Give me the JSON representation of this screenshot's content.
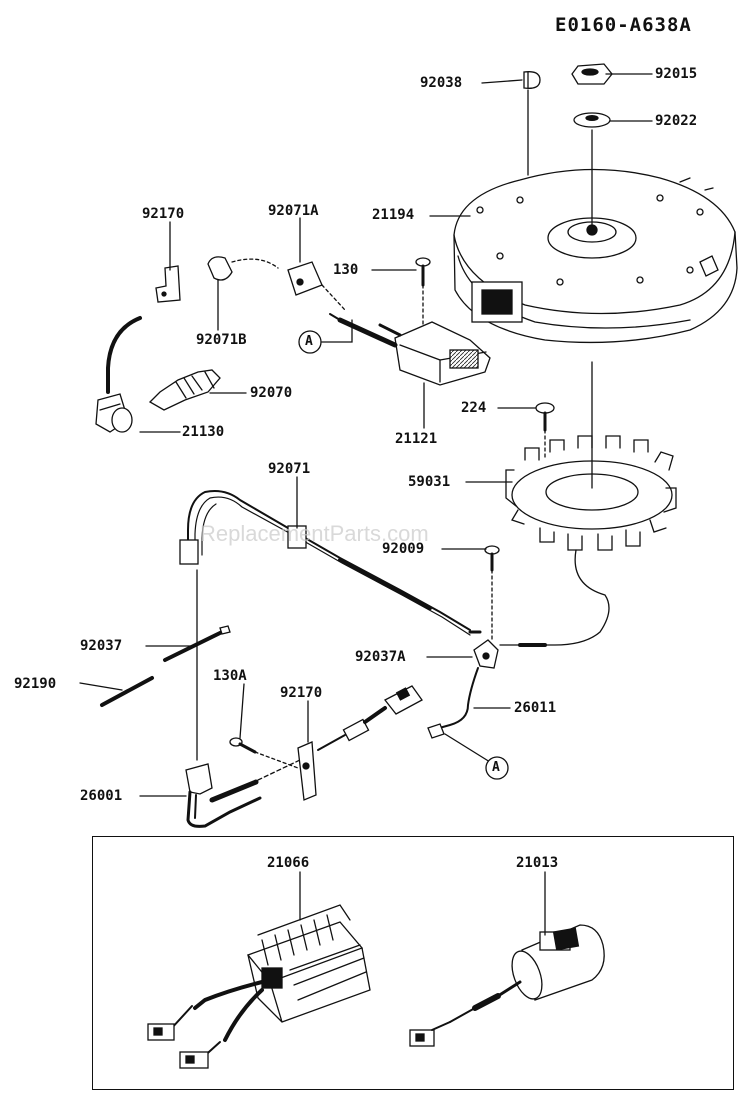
{
  "diagram_id": "E0160-A638A",
  "watermark": "ReplacementParts.com",
  "callout_ref": "A",
  "parts": {
    "p92038": "92038",
    "p92015": "92015",
    "p92022": "92022",
    "p92170a": "92170",
    "p92071A": "92071A",
    "p21194": "21194",
    "p130": "130",
    "p92071B": "92071B",
    "p92070": "92070",
    "p21130": "21130",
    "p21121": "21121",
    "p224": "224",
    "p59031": "59031",
    "p92071": "92071",
    "p92009": "92009",
    "p92037": "92037",
    "p92037A": "92037A",
    "p92190": "92190",
    "p130A": "130A",
    "p92170b": "92170",
    "p26011": "26011",
    "p26001": "26001",
    "p21066": "21066",
    "p21013": "21013"
  }
}
